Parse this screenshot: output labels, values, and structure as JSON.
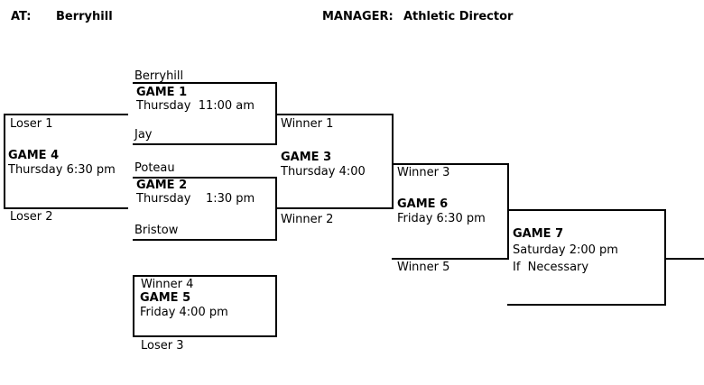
{
  "header": {
    "at_label": "AT:",
    "at_value": "Berryhill",
    "manager_label": "MANAGER:",
    "manager_value": "Athletic Director"
  },
  "bracket": {
    "game1": {
      "title": "GAME 1",
      "schedule": "Thursday  11:00 am",
      "top_team": "Berryhill",
      "bottom_team": "Jay"
    },
    "game2": {
      "title": "GAME 2",
      "schedule": "Thursday    1:30 pm",
      "top_team": "Poteau",
      "bottom_team": "Bristow"
    },
    "game3": {
      "title": "GAME 3",
      "schedule": "Thursday 4:00",
      "top_slot": "Winner 1",
      "bottom_slot": "Winner 2"
    },
    "game4": {
      "title": "GAME 4",
      "schedule": "Thursday 6:30 pm",
      "top_slot": "Loser 1",
      "bottom_slot": "Loser 2"
    },
    "game5": {
      "title": "GAME 5",
      "schedule": "Friday 4:00 pm",
      "top_slot": "Winner 4",
      "bottom_slot": "Loser 3"
    },
    "game6": {
      "title": "GAME 6",
      "schedule": "Friday 6:30 pm",
      "top_slot": "Winner 3",
      "bottom_slot": "Winner 5"
    },
    "game7": {
      "title": "GAME 7",
      "schedule": "Saturday 2:00 pm",
      "note": "If  Necessary"
    }
  },
  "colors": {
    "line": "#000000",
    "text": "#000000",
    "background": "#ffffff"
  }
}
